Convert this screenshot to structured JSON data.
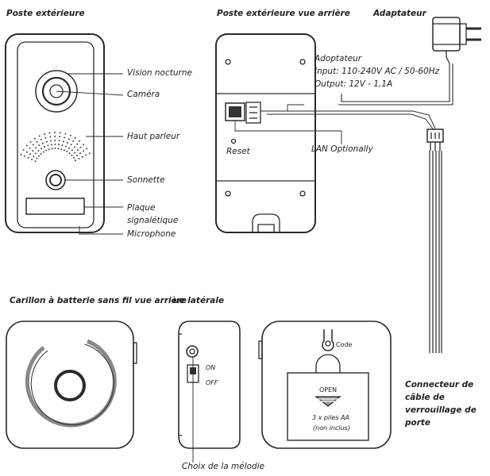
{
  "headers": {
    "outdoor": "Poste extérieure",
    "outdoor_back": "Poste extérieure vue arrière",
    "adapter": "Adaptateur",
    "chime": "Carillon à batterie sans fil vue arrière",
    "chime_side": "ue latérale"
  },
  "front_labels": {
    "night_vision": "Vision nocturne",
    "camera": "Caméra",
    "speaker": "Haut parleur",
    "doorbell": "Sonnette",
    "nameplate": "Plaque signalétique",
    "microphone": "Microphone"
  },
  "back_labels": {
    "adapter_title": "Adoptateur",
    "input": "Input: 110-240V AC / 50-60Hz",
    "output": "Output: 12V - 1,1A",
    "reset": "Reset",
    "lan": "LAN Optionally"
  },
  "connector_label": "Connecteur de câble de verrouillage de porte",
  "chime_labels": {
    "on": "ON",
    "off": "OFF",
    "code": "Code",
    "open": "OPEN",
    "batteries": "3 x piles AA",
    "not_included": "(non inclus)",
    "melody": "Choix de la mélodie"
  }
}
